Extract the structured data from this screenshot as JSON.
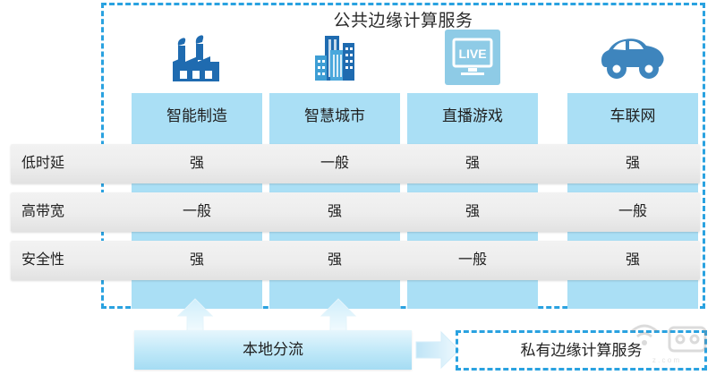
{
  "public_section": {
    "title": "公共边缘计算服务",
    "border_color": "#2aa2e0"
  },
  "columns": [
    {
      "label": "智能制造",
      "icon": "factory-icon"
    },
    {
      "label": "智慧城市",
      "icon": "city-buildings-icon"
    },
    {
      "label": "直播游戏",
      "icon": "live-stream-monitor-icon"
    },
    {
      "label": "车联网",
      "icon": "car-icon"
    }
  ],
  "rows": [
    {
      "label": "低时延",
      "values": [
        "强",
        "一般",
        "强",
        "强"
      ]
    },
    {
      "label": "高带宽",
      "values": [
        "一般",
        "强",
        "强",
        "一般"
      ]
    },
    {
      "label": "安全性",
      "values": [
        "强",
        "强",
        "一般",
        "强"
      ]
    }
  ],
  "bottom": {
    "local_bar_label": "本地分流",
    "private_box_label": "私有边缘计算服务",
    "up_arrow_icon": "arrow-up-icon",
    "right_arrow_icon": "arrow-right-icon"
  },
  "colors": {
    "accent_blue": "#2aa2e0",
    "column_band": "#aadff5",
    "row_band": "#ededed",
    "icon_blue": "#2e7bb5",
    "text": "#1f1f1f"
  },
  "chart_data": {
    "type": "table",
    "title": "公共边缘计算服务",
    "columns": [
      "",
      "智能制造",
      "智慧城市",
      "直播游戏",
      "车联网"
    ],
    "rows": [
      [
        "低时延",
        "强",
        "一般",
        "强",
        "强"
      ],
      [
        "高带宽",
        "一般",
        "强",
        "强",
        "一般"
      ],
      [
        "安全性",
        "强",
        "强",
        "一般",
        "强"
      ]
    ],
    "legend": [
      "强",
      "一般"
    ],
    "annotations": [
      "本地分流",
      "私有边缘计算服务"
    ]
  }
}
